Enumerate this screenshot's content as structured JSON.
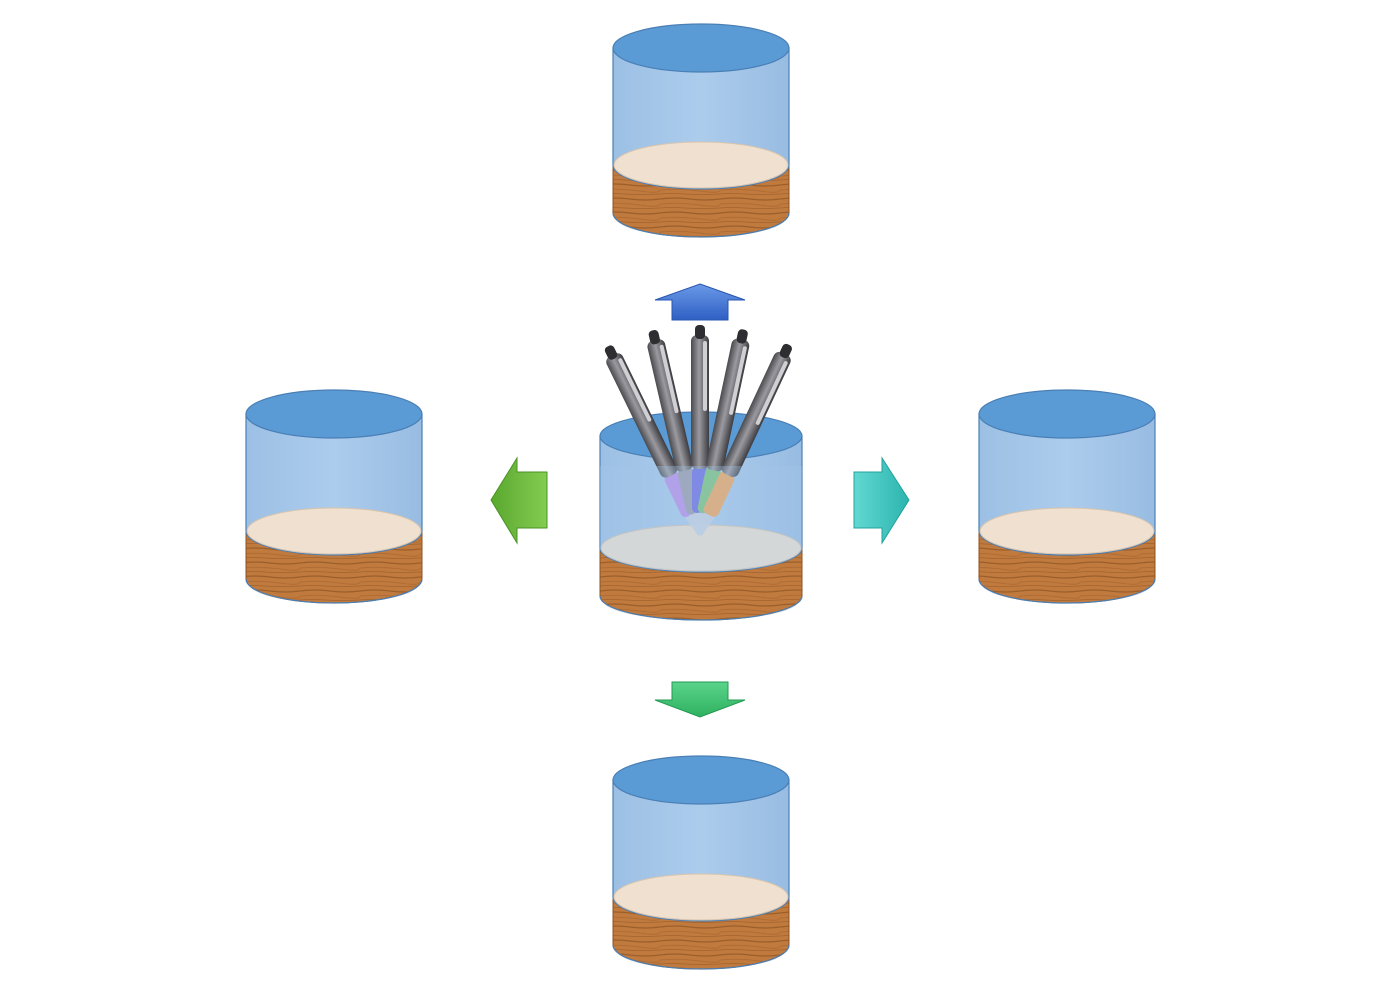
{
  "colors": {
    "background": "#ffffff",
    "container_glass": "#a4c6e8",
    "container_top": "#5b9bd5",
    "container_outline": "#4a7fb5",
    "sand_top": "#efe0d0",
    "wood_base": "#c07a3e",
    "wood_grain": "#8c5322",
    "arrow_up": "#3a6fd0",
    "arrow_down": "#36c06a",
    "arrow_left": "#6ab83a",
    "arrow_right": "#38c6c0"
  },
  "containers": [
    {
      "id": "top",
      "role": "destination"
    },
    {
      "id": "left",
      "role": "destination"
    },
    {
      "id": "center",
      "role": "source",
      "contents": "pens"
    },
    {
      "id": "right",
      "role": "destination"
    },
    {
      "id": "bottom",
      "role": "destination"
    }
  ],
  "arrows": [
    {
      "direction": "up",
      "icon": "arrow-up-icon"
    },
    {
      "direction": "down",
      "icon": "arrow-down-icon"
    },
    {
      "direction": "left",
      "icon": "arrow-left-icon"
    },
    {
      "direction": "right",
      "icon": "arrow-right-icon"
    }
  ],
  "pens": [
    {
      "accent": "#b88ee8"
    },
    {
      "accent": "#9a9aa8"
    },
    {
      "accent": "#6a6ae0"
    },
    {
      "accent": "#7cc47c"
    },
    {
      "accent": "#f2a55a"
    }
  ]
}
